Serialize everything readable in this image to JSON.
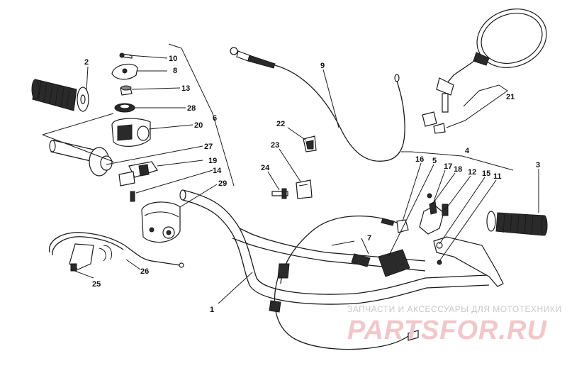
{
  "callouts": [
    {
      "id": "1",
      "label": "1"
    },
    {
      "id": "2",
      "label": "2"
    },
    {
      "id": "3",
      "label": "3"
    },
    {
      "id": "4",
      "label": "4"
    },
    {
      "id": "5",
      "label": "5"
    },
    {
      "id": "6",
      "label": "6"
    },
    {
      "id": "7",
      "label": "7"
    },
    {
      "id": "8",
      "label": "8"
    },
    {
      "id": "9",
      "label": "9"
    },
    {
      "id": "10",
      "label": "10"
    },
    {
      "id": "11",
      "label": "11"
    },
    {
      "id": "12",
      "label": "12"
    },
    {
      "id": "13",
      "label": "13"
    },
    {
      "id": "14",
      "label": "14"
    },
    {
      "id": "15",
      "label": "15"
    },
    {
      "id": "16",
      "label": "16"
    },
    {
      "id": "17",
      "label": "17"
    },
    {
      "id": "18",
      "label": "18"
    },
    {
      "id": "19",
      "label": "19"
    },
    {
      "id": "20",
      "label": "20"
    },
    {
      "id": "21",
      "label": "21"
    },
    {
      "id": "22",
      "label": "22"
    },
    {
      "id": "23",
      "label": "23"
    },
    {
      "id": "24",
      "label": "24"
    },
    {
      "id": "25",
      "label": "25"
    },
    {
      "id": "26",
      "label": "26"
    },
    {
      "id": "27",
      "label": "27"
    },
    {
      "id": "28",
      "label": "28"
    },
    {
      "id": "29",
      "label": "29"
    }
  ],
  "watermark": {
    "tagline": "ЗАПЧАСТИ И АКСЕССУАРЫ ДЛЯ МОТОТЕХНИКИ",
    "logo": "PARTSFOR.RU"
  },
  "colors": {
    "ink": "#1a1a1a",
    "background": "#ffffff",
    "watermark_text": "#c9c9c9",
    "watermark_logo": "#f1c7ca"
  }
}
